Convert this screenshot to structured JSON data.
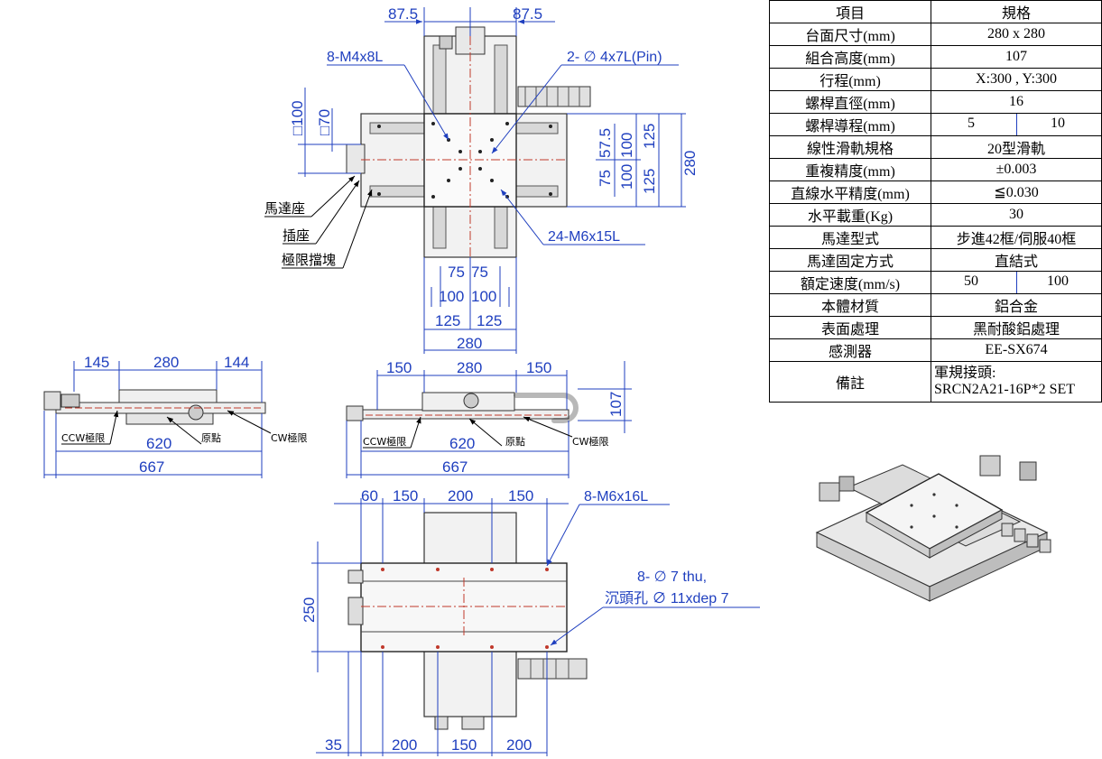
{
  "spec_table": {
    "header": {
      "item": "項目",
      "spec": "規格"
    },
    "rows": [
      {
        "item": "台面尺寸(mm)",
        "value": "280 x 280"
      },
      {
        "item": "組合高度(mm)",
        "value": "107"
      },
      {
        "item": "行程(mm)",
        "value": "X:300 , Y:300"
      },
      {
        "item": "螺桿直徑(mm)",
        "value": "16"
      },
      {
        "item": "螺桿導程(mm)",
        "value_a": "5",
        "value_b": "10"
      },
      {
        "item": "線性滑軌規格",
        "value": "20型滑軌"
      },
      {
        "item": "重複精度(mm)",
        "value": "±0.003"
      },
      {
        "item": "直線水平精度(mm)",
        "value": "≦0.030"
      },
      {
        "item": "水平載重(Kg)",
        "value": "30"
      },
      {
        "item": "馬達型式",
        "value": "步進42框/伺服40框"
      },
      {
        "item": "馬達固定方式",
        "value": "直結式"
      },
      {
        "item": "額定速度(mm/s)",
        "value_a": "50",
        "value_b": "100"
      },
      {
        "item": "本體材質",
        "value": "鋁合金"
      },
      {
        "item": "表面處理",
        "value": "黑耐酸鋁處理"
      },
      {
        "item": "感測器",
        "value": "EE-SX674"
      }
    ],
    "remark": {
      "item": "備註",
      "line1": "軍規接頭:",
      "line2": "SRCN2A21-16P*2 SET"
    }
  },
  "top_view": {
    "dim_875_left": "87.5",
    "dim_875_right": "87.5",
    "callout_m4": "8-M4x8L",
    "callout_pin": "2- ∅ 4x7L(Pin)",
    "callout_m6": "24-M6x15L",
    "sq100": "□100",
    "sq70": "□70",
    "v575": "57.5",
    "v75": "75",
    "v100a": "100",
    "v100b": "100",
    "v125a": "125",
    "v125b": "125",
    "v280": "280",
    "h75a": "75",
    "h75b": "75",
    "h100a": "100",
    "h100b": "100",
    "h125a": "125",
    "h125b": "125",
    "h280": "280",
    "label_motor_seat": "馬達座",
    "label_socket": "插座",
    "label_limit_block": "極限擋塊"
  },
  "side_left": {
    "d145": "145",
    "d280": "280",
    "d144": "144",
    "d620": "620",
    "d667": "667",
    "ccw": "CCW極限",
    "origin": "原點",
    "cw": "CW極限"
  },
  "side_right": {
    "d150a": "150",
    "d280": "280",
    "d150b": "150",
    "d107": "107",
    "d620": "620",
    "d667": "667",
    "ccw": "CCW極限",
    "origin": "原點",
    "cw": "CW極限"
  },
  "bottom_view": {
    "d60": "60",
    "d150a": "150",
    "d200": "200",
    "d150b": "150",
    "callout_m6": "8-M6x16L",
    "d250": "250",
    "note_line1": "8- ∅ 7 thu,",
    "note_line2": "沉頭孔 ∅ 11xdep 7",
    "d35": "35",
    "b200a": "200",
    "b150": "150",
    "b200b": "200"
  }
}
